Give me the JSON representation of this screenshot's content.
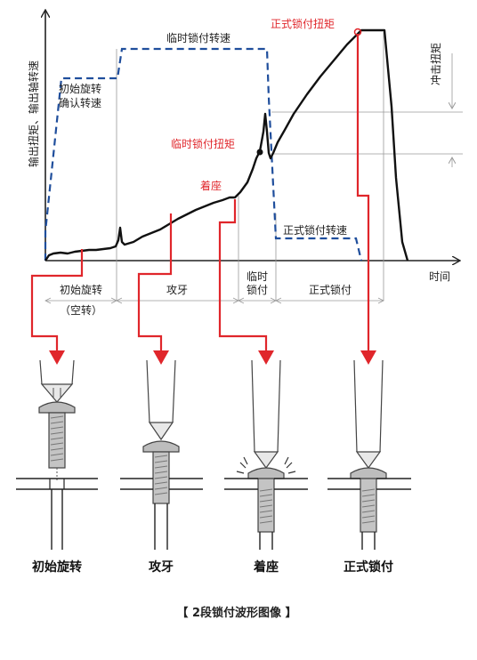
{
  "axes": {
    "y_label": "输出扭矩、输出轴转速",
    "x_label": "时间",
    "impact_label": "冲击扭矩"
  },
  "annotations": {
    "temp_speed": "临时锁付转速",
    "initial_speed_line1": "初始旋转",
    "initial_speed_line2": "确认转速",
    "final_speed": "正式锁付转速",
    "temp_torque": "临时锁付扭矩",
    "seating": "着座",
    "final_torque": "正式锁付扭矩"
  },
  "phases": {
    "initial": "初始旋转",
    "initial_sub": "（空转）",
    "tapping": "攻牙",
    "temp_line1": "临时",
    "temp_line2": "锁付",
    "final": "正式锁付"
  },
  "steps": [
    "初始旋转",
    "攻牙",
    "着座",
    "正式锁付"
  ],
  "caption": "【 2段锁付波形图像 】",
  "colors": {
    "red": "#e0262b",
    "blue": "#1f4e9c",
    "ink": "#111111",
    "grid": "#9a9a9a"
  }
}
